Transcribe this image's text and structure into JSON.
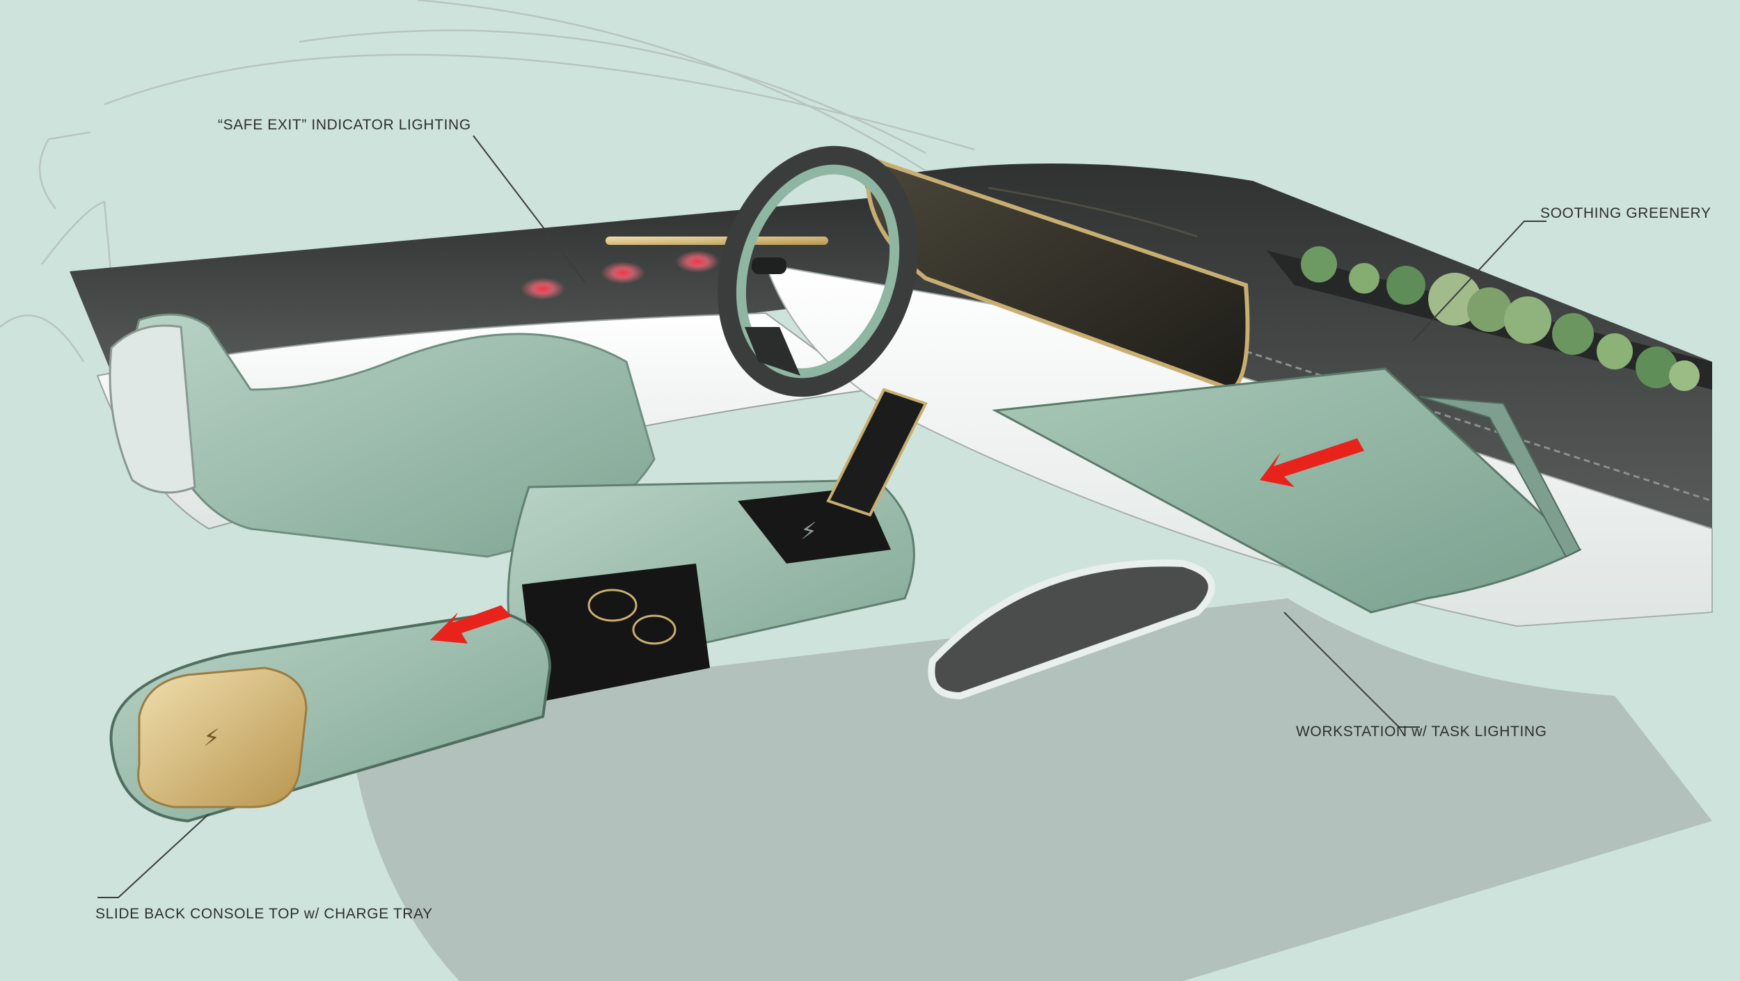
{
  "callouts": {
    "safe_exit": "“SAFE EXIT” INDICATOR LIGHTING",
    "greenery": "SOOTHING GREENERY",
    "workstation": "WORKSTATION w/ TASK LIGHTING",
    "slide_console": "SLIDE BACK CONSOLE TOP w/ CHARGE TRAY"
  },
  "colors": {
    "background": "#cfe3dd",
    "upholstery_green": "#8fb5a3",
    "dash_dark": "#3e4140",
    "brass_accent": "#c9ae72",
    "indicator_red": "#ff3b4f",
    "arrow_red": "#e8231c"
  },
  "icons": [
    "lightning-bolt-icon",
    "wireless-charge-icon",
    "direction-arrow-icon"
  ]
}
